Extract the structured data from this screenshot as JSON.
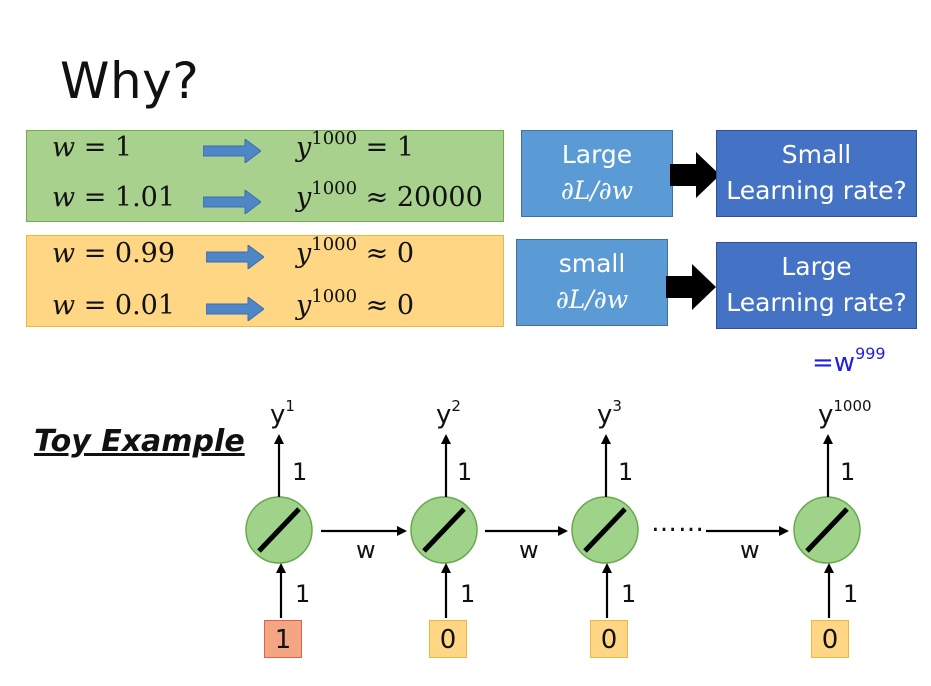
{
  "title": "Why?",
  "rows": [
    {
      "w": "w = 1",
      "y": "= 1",
      "sup": "1000"
    },
    {
      "w": "w = 1.01",
      "y": "≈ 20000",
      "sup": "1000"
    },
    {
      "w": "w = 0.99",
      "y": "≈ 0",
      "sup": "1000"
    },
    {
      "w": "w = 0.01",
      "y": "≈ 0",
      "sup": "1000"
    }
  ],
  "boxes": {
    "large_grad_line1": "Large",
    "large_grad_line2": "∂L/∂w",
    "small_lr_line1": "Small",
    "small_lr_line2": "Learning rate?",
    "small_grad_line1": "small",
    "small_grad_line2": "∂L/∂w",
    "large_lr_line1": "Large",
    "large_lr_line2": "Learning rate?"
  },
  "formula": {
    "base": "=w",
    "sup": "999"
  },
  "toy_example": "Toy Example",
  "network": {
    "nodes": [
      {
        "y": "y",
        "y_sup": "1",
        "out_weight": "1",
        "in_weight": "1",
        "input": "1"
      },
      {
        "y": "y",
        "y_sup": "2",
        "out_weight": "1",
        "in_weight": "1",
        "input": "0"
      },
      {
        "y": "y",
        "y_sup": "3",
        "out_weight": "1",
        "in_weight": "1",
        "input": "0"
      },
      {
        "y": "y",
        "y_sup": "1000",
        "out_weight": "1",
        "in_weight": "1",
        "input": "0"
      }
    ],
    "recurrent_weight": "w",
    "ellipsis": "……"
  },
  "colors": {
    "green_box": "#a9d18e",
    "orange_box": "#ffd684",
    "blue_box": "#5b9bd5",
    "dark_blue_box": "#4472c4",
    "neuron": "#9fd38a",
    "formula_text": "#1f1fe0"
  }
}
